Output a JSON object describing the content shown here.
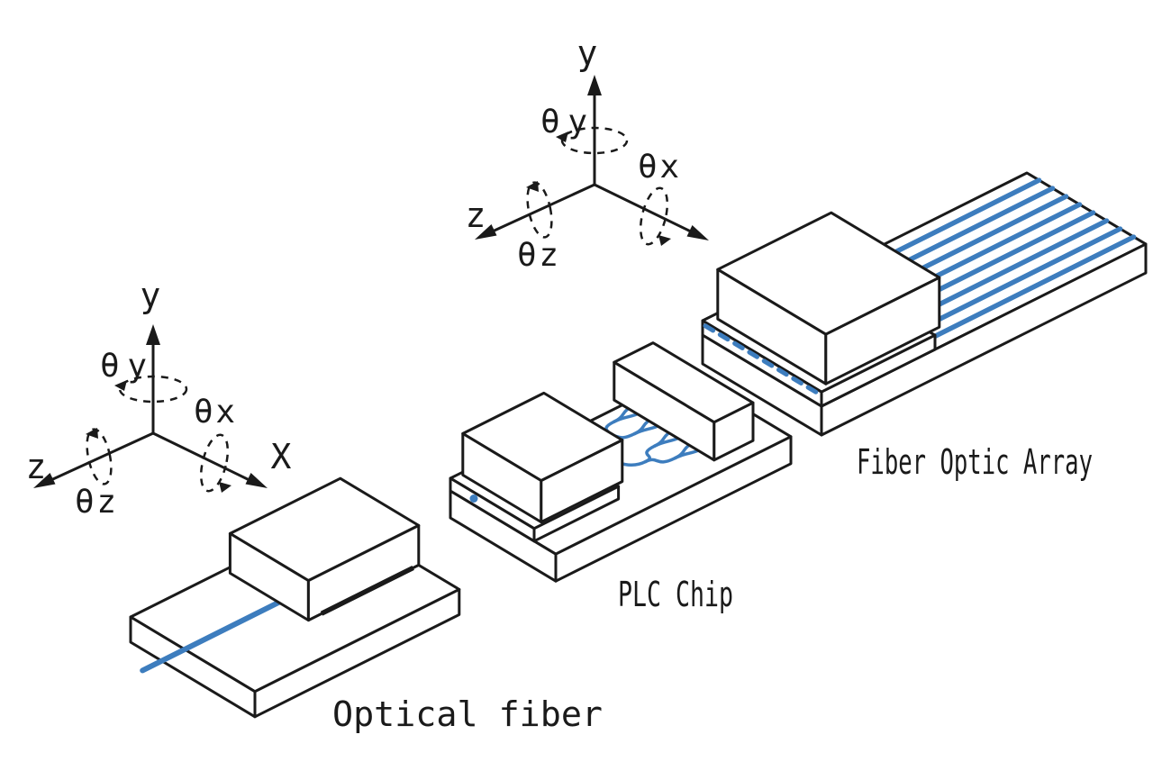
{
  "diagram": {
    "background_color": "#ffffff",
    "outline_color": "#1a1a1a",
    "optic_blue": "#3d7dbe",
    "upper_axis_frame": {
      "y_label": "y",
      "z_label": "z",
      "theta_y_label": "θy",
      "theta_x_label": "θx",
      "theta_z_label": "θz"
    },
    "lower_axis_frame": {
      "y_label": "y",
      "z_label": "z",
      "x_label": "X",
      "theta_y_label": "θy",
      "theta_x_label": "θx",
      "theta_z_label": "θz"
    },
    "component_labels": {
      "optical_fiber": "Optical fiber",
      "plc_chip": "PLC Chip",
      "fiber_optic_array": "Fiber Optic Array"
    }
  }
}
